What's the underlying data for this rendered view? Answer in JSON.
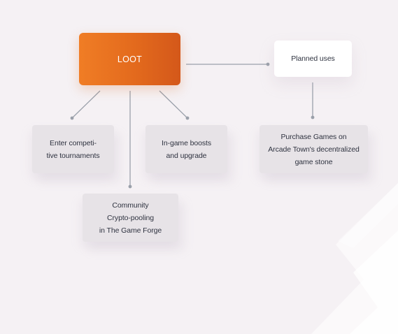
{
  "diagram": {
    "root": {
      "label": "LOOT"
    },
    "planned": {
      "label": "Planned uses"
    },
    "children": [
      {
        "id": "tournaments",
        "label": "Enter competi-\ntive  tournaments"
      },
      {
        "id": "pooling",
        "label": "Community\nCrypto-pooling\nin The Game Forge"
      },
      {
        "id": "boosts",
        "label": "In-game boosts\nand upgrade"
      },
      {
        "id": "purchase",
        "label": "Purchase Games on\nArcade Town's decentralized\ngame stone"
      }
    ]
  },
  "colors": {
    "accent": "#e8721f",
    "connector": "#9aa0aa",
    "node_grey": "#e7e3e7",
    "background": "#f5f1f4"
  }
}
